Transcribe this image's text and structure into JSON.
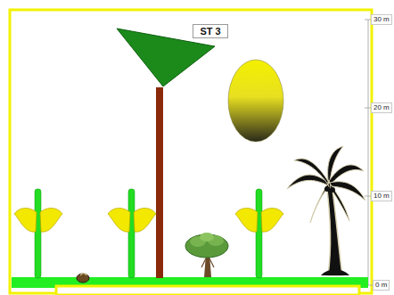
{
  "diagram": {
    "nodes": [
      {
        "text": [
          "ST 3"
        ]
      }
    ],
    "labels": [
      "30 m",
      "20 m",
      "10 m",
      "0 m"
    ]
  }
}
